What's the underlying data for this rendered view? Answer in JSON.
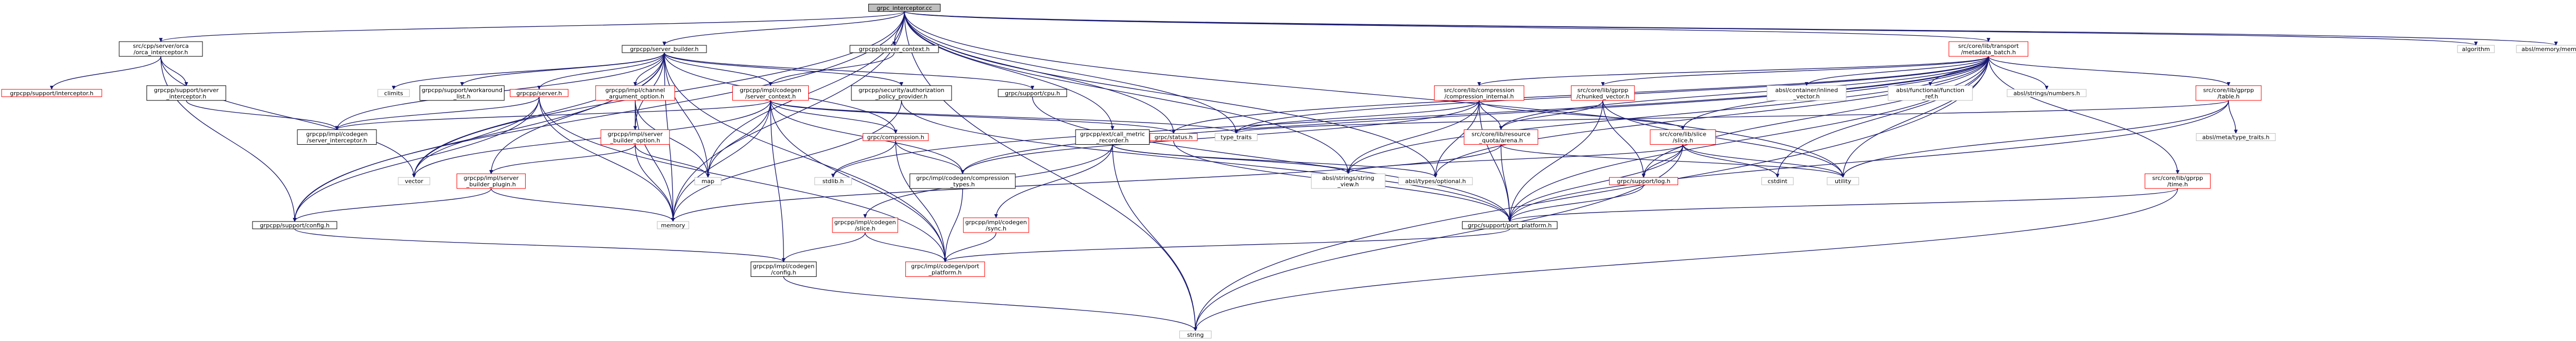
{
  "colors": {
    "edge": "#191970",
    "node_border_local": "#000000",
    "node_border_external": "#bfbfbf",
    "node_border_truncated": "#ff0000",
    "root_fill": "#bfbfbf"
  },
  "nodes": [
    {
      "id": "root",
      "label": [
        "grpc_interceptor.cc"
      ],
      "kind": "root"
    },
    {
      "id": "interceptor_h",
      "label": [
        "src/cpp/server/orca",
        "/orca_interceptor.h"
      ],
      "kind": "local"
    },
    {
      "id": "server_builder_h",
      "label": [
        "grpcpp/server_builder.h"
      ],
      "kind": "local"
    },
    {
      "id": "server_context_h",
      "label": [
        "grpcpp/server_context.h"
      ],
      "kind": "local"
    },
    {
      "id": "transport_metadata_h",
      "label": [
        "src/core/lib/transport",
        "/metadata_batch.h"
      ],
      "kind": "truncated"
    },
    {
      "id": "algorithm",
      "label": [
        "algorithm"
      ],
      "kind": "external"
    },
    {
      "id": "absl_memory",
      "label": [
        "absl/memory/memory.h"
      ],
      "kind": "external"
    },
    {
      "id": "support_interceptor_h",
      "label": [
        "grpcpp/support/interceptor.h"
      ],
      "kind": "truncated"
    },
    {
      "id": "support_server_interceptor_h",
      "label": [
        "grpcpp/support/server",
        "_interceptor.h"
      ],
      "kind": "local"
    },
    {
      "id": "climits",
      "label": [
        "climits"
      ],
      "kind": "external"
    },
    {
      "id": "workaround_list_h",
      "label": [
        "grpcpp/support/workaround",
        "_list.h"
      ],
      "kind": "local"
    },
    {
      "id": "server_h",
      "label": [
        "grpcpp/server.h"
      ],
      "kind": "truncated"
    },
    {
      "id": "channel_argument_option_h",
      "label": [
        "grpcpp/impl/channel",
        "_argument_option.h"
      ],
      "kind": "truncated"
    },
    {
      "id": "codegen_server_context_h",
      "label": [
        "grpcpp/impl/codegen",
        "/server_context.h"
      ],
      "kind": "truncated"
    },
    {
      "id": "authorization_policy_provider_h",
      "label": [
        "grpcpp/security/authorization",
        "_policy_provider.h"
      ],
      "kind": "local"
    },
    {
      "id": "support_cpu_h",
      "label": [
        "grpc/support/cpu.h"
      ],
      "kind": "local"
    },
    {
      "id": "call_metric_recorder_h",
      "label": [
        "grpcpp/ext/call_metric",
        "_recorder.h"
      ],
      "kind": "local"
    },
    {
      "id": "compression_internal_h",
      "label": [
        "src/core/lib/compression",
        "/compression_internal.h"
      ],
      "kind": "truncated"
    },
    {
      "id": "gprpp_chunked_vector_h",
      "label": [
        "src/core/lib/gprpp",
        "/chunked_vector.h"
      ],
      "kind": "truncated"
    },
    {
      "id": "absl_inlined_vector_h",
      "label": [
        "absl/container/inlined",
        "_vector.h"
      ],
      "kind": "external"
    },
    {
      "id": "absl_function_ref_h",
      "label": [
        "absl/functional/function",
        "_ref.h"
      ],
      "kind": "external"
    },
    {
      "id": "absl_numbers_h",
      "label": [
        "absl/strings/numbers.h"
      ],
      "kind": "external"
    },
    {
      "id": "gprpp_table_h",
      "label": [
        "src/core/lib/gprpp",
        "/table.h"
      ],
      "kind": "truncated"
    },
    {
      "id": "codegen_server_interceptor_h",
      "label": [
        "grpcpp/impl/codegen",
        "/server_interceptor.h"
      ],
      "kind": "local"
    },
    {
      "id": "impl_server_builder_option_h",
      "label": [
        "grpcpp/impl/server",
        "_builder_option.h"
      ],
      "kind": "truncated"
    },
    {
      "id": "impl_server_builder_plugin_h",
      "label": [
        "grpcpp/impl/server",
        "_builder_plugin.h"
      ],
      "kind": "truncated"
    },
    {
      "id": "compression_h",
      "label": [
        "grpc/compression.h"
      ],
      "kind": "truncated"
    },
    {
      "id": "status_h",
      "label": [
        "grpc/status.h"
      ],
      "kind": "truncated"
    },
    {
      "id": "type_traits",
      "label": [
        "type_traits"
      ],
      "kind": "external"
    },
    {
      "id": "resource_quota_arena_h",
      "label": [
        "src/core/lib/resource",
        "_quota/arena.h"
      ],
      "kind": "truncated"
    },
    {
      "id": "slice_slice_h",
      "label": [
        "src/core/lib/slice",
        "/slice.h"
      ],
      "kind": "truncated"
    },
    {
      "id": "absl_type_traits_h",
      "label": [
        "absl/meta/type_traits.h"
      ],
      "kind": "external"
    },
    {
      "id": "vector",
      "label": [
        "vector"
      ],
      "kind": "external"
    },
    {
      "id": "map",
      "label": [
        "map"
      ],
      "kind": "external"
    },
    {
      "id": "stdlib_h",
      "label": [
        "stdlib.h"
      ],
      "kind": "external"
    },
    {
      "id": "codegen_compression_types_h",
      "label": [
        "grpc/impl/codegen/compression",
        "_types.h"
      ],
      "kind": "local"
    },
    {
      "id": "absl_string_view_h",
      "label": [
        "absl/strings/string",
        "_view.h"
      ],
      "kind": "external"
    },
    {
      "id": "absl_optional_h",
      "label": [
        "absl/types/optional.h"
      ],
      "kind": "external"
    },
    {
      "id": "support_log_h",
      "label": [
        "grpc/support/log.h"
      ],
      "kind": "truncated"
    },
    {
      "id": "cstdint",
      "label": [
        "cstdint"
      ],
      "kind": "external"
    },
    {
      "id": "utility",
      "label": [
        "utility"
      ],
      "kind": "external"
    },
    {
      "id": "gprpp_time_h",
      "label": [
        "src/core/lib/gprpp",
        "/time.h"
      ],
      "kind": "truncated"
    },
    {
      "id": "support_config_h",
      "label": [
        "grpcpp/support/config.h"
      ],
      "kind": "local"
    },
    {
      "id": "memory",
      "label": [
        "memory"
      ],
      "kind": "external"
    },
    {
      "id": "codegen_slice_h",
      "label": [
        "grpcpp/impl/codegen",
        "/slice.h"
      ],
      "kind": "truncated"
    },
    {
      "id": "codegen_sync_h",
      "label": [
        "grpcpp/impl/codegen",
        "/sync.h"
      ],
      "kind": "truncated"
    },
    {
      "id": "support_port_platform_h",
      "label": [
        "grpc/support/port_platform.h"
      ],
      "kind": "local"
    },
    {
      "id": "codegen_config_h",
      "label": [
        "grpcpp/impl/codegen",
        "/config.h"
      ],
      "kind": "local"
    },
    {
      "id": "codegen_port_platform_h",
      "label": [
        "grpc/impl/codegen/port",
        "_platform.h"
      ],
      "kind": "truncated"
    },
    {
      "id": "string",
      "label": [
        "string"
      ],
      "kind": "external"
    }
  ],
  "edges": [
    [
      "root",
      "interceptor_h"
    ],
    [
      "root",
      "server_builder_h"
    ],
    [
      "root",
      "server_context_h"
    ],
    [
      "root",
      "transport_metadata_h"
    ],
    [
      "root",
      "algorithm"
    ],
    [
      "root",
      "absl_memory"
    ],
    [
      "root",
      "call_metric_recorder_h"
    ],
    [
      "root",
      "map"
    ],
    [
      "root",
      "memory"
    ],
    [
      "root",
      "string"
    ],
    [
      "root",
      "type_traits"
    ],
    [
      "root",
      "vector"
    ],
    [
      "root",
      "utility"
    ],
    [
      "root",
      "support_config_h"
    ],
    [
      "root",
      "absl_optional_h"
    ],
    [
      "root",
      "absl_string_view_h"
    ],
    [
      "root",
      "status_h"
    ],
    [
      "interceptor_h",
      "support_interceptor_h"
    ],
    [
      "interceptor_h",
      "support_server_interceptor_h"
    ],
    [
      "interceptor_h",
      "vector"
    ],
    [
      "interceptor_h",
      "support_config_h"
    ],
    [
      "support_server_interceptor_h",
      "codegen_server_interceptor_h"
    ],
    [
      "server_builder_h",
      "climits"
    ],
    [
      "server_builder_h",
      "workaround_list_h"
    ],
    [
      "server_builder_h",
      "server_h"
    ],
    [
      "server_builder_h",
      "channel_argument_option_h"
    ],
    [
      "server_builder_h",
      "codegen_server_context_h"
    ],
    [
      "server_builder_h",
      "authorization_policy_provider_h"
    ],
    [
      "server_builder_h",
      "support_cpu_h"
    ],
    [
      "server_builder_h",
      "codegen_server_interceptor_h"
    ],
    [
      "server_builder_h",
      "impl_server_builder_option_h"
    ],
    [
      "server_builder_h",
      "impl_server_builder_plugin_h"
    ],
    [
      "server_builder_h",
      "vector"
    ],
    [
      "server_builder_h",
      "map"
    ],
    [
      "server_builder_h",
      "memory"
    ],
    [
      "server_builder_h",
      "support_config_h"
    ],
    [
      "server_builder_h",
      "compression_h"
    ],
    [
      "server_builder_h",
      "codegen_port_platform_h"
    ],
    [
      "server_h",
      "codegen_server_interceptor_h"
    ],
    [
      "server_h",
      "vector"
    ],
    [
      "server_h",
      "memory"
    ],
    [
      "server_h",
      "support_config_h"
    ],
    [
      "server_h",
      "codegen_port_platform_h"
    ],
    [
      "channel_argument_option_h",
      "impl_server_builder_option_h"
    ],
    [
      "channel_argument_option_h",
      "map"
    ],
    [
      "channel_argument_option_h",
      "memory"
    ],
    [
      "server_context_h",
      "codegen_server_context_h"
    ],
    [
      "codegen_server_context_h",
      "codegen_server_interceptor_h"
    ],
    [
      "codegen_server_context_h",
      "vector"
    ],
    [
      "codegen_server_context_h",
      "map"
    ],
    [
      "codegen_server_context_h",
      "memory"
    ],
    [
      "codegen_server_context_h",
      "compression_h"
    ],
    [
      "codegen_server_context_h",
      "codegen_compression_types_h"
    ],
    [
      "codegen_server_context_h",
      "codegen_config_h"
    ],
    [
      "codegen_server_context_h",
      "codegen_port_platform_h"
    ],
    [
      "codegen_server_context_h",
      "type_traits"
    ],
    [
      "codegen_server_context_h",
      "status_h"
    ],
    [
      "authorization_policy_provider_h",
      "memory"
    ],
    [
      "authorization_policy_provider_h",
      "support_port_platform_h"
    ],
    [
      "support_cpu_h",
      "support_port_platform_h"
    ],
    [
      "impl_server_builder_option_h",
      "impl_server_builder_plugin_h"
    ],
    [
      "impl_server_builder_option_h",
      "map"
    ],
    [
      "impl_server_builder_option_h",
      "memory"
    ],
    [
      "impl_server_builder_plugin_h",
      "memory"
    ],
    [
      "impl_server_builder_plugin_h",
      "support_config_h"
    ],
    [
      "compression_h",
      "stdlib_h"
    ],
    [
      "compression_h",
      "codegen_compression_types_h"
    ],
    [
      "compression_h",
      "codegen_port_platform_h"
    ],
    [
      "call_metric_recorder_h",
      "string"
    ],
    [
      "call_metric_recorder_h",
      "codegen_slice_h"
    ],
    [
      "call_metric_recorder_h",
      "codegen_sync_h"
    ],
    [
      "call_metric_recorder_h",
      "absl_string_view_h"
    ],
    [
      "call_metric_recorder_h",
      "absl_optional_h"
    ],
    [
      "codegen_compression_types_h",
      "codegen_port_platform_h"
    ],
    [
      "codegen_slice_h",
      "codegen_config_h"
    ],
    [
      "codegen_slice_h",
      "codegen_port_platform_h"
    ],
    [
      "codegen_sync_h",
      "codegen_port_platform_h"
    ],
    [
      "support_config_h",
      "codegen_config_h"
    ],
    [
      "codegen_config_h",
      "string"
    ],
    [
      "transport_metadata_h",
      "compression_internal_h"
    ],
    [
      "transport_metadata_h",
      "gprpp_chunked_vector_h"
    ],
    [
      "transport_metadata_h",
      "absl_inlined_vector_h"
    ],
    [
      "transport_metadata_h",
      "absl_function_ref_h"
    ],
    [
      "transport_metadata_h",
      "absl_numbers_h"
    ],
    [
      "transport_metadata_h",
      "gprpp_table_h"
    ],
    [
      "transport_metadata_h",
      "resource_quota_arena_h"
    ],
    [
      "transport_metadata_h",
      "slice_slice_h"
    ],
    [
      "transport_metadata_h",
      "gprpp_time_h"
    ],
    [
      "transport_metadata_h",
      "support_log_h"
    ],
    [
      "transport_metadata_h",
      "status_h"
    ],
    [
      "transport_metadata_h",
      "stdlib_h"
    ],
    [
      "transport_metadata_h",
      "cstdint"
    ],
    [
      "transport_metadata_h",
      "string"
    ],
    [
      "transport_metadata_h",
      "type_traits"
    ],
    [
      "transport_metadata_h",
      "utility"
    ],
    [
      "transport_metadata_h",
      "absl_string_view_h"
    ],
    [
      "transport_metadata_h",
      "absl_optional_h"
    ],
    [
      "transport_metadata_h",
      "support_port_platform_h"
    ],
    [
      "transport_metadata_h",
      "codegen_compression_types_h"
    ],
    [
      "compression_internal_h",
      "codegen_compression_types_h"
    ],
    [
      "compression_internal_h",
      "absl_string_view_h"
    ],
    [
      "compression_internal_h",
      "absl_optional_h"
    ],
    [
      "compression_internal_h",
      "resource_quota_arena_h"
    ],
    [
      "compression_internal_h",
      "slice_slice_h"
    ],
    [
      "compression_internal_h",
      "support_port_platform_h"
    ],
    [
      "compression_internal_h",
      "type_traits"
    ],
    [
      "gprpp_chunked_vector_h",
      "resource_quota_arena_h"
    ],
    [
      "gprpp_chunked_vector_h",
      "support_log_h"
    ],
    [
      "gprpp_chunked_vector_h",
      "support_port_platform_h"
    ],
    [
      "gprpp_chunked_vector_h",
      "utility"
    ],
    [
      "gprpp_table_h",
      "absl_type_traits_h"
    ],
    [
      "gprpp_table_h",
      "utility"
    ],
    [
      "gprpp_table_h",
      "support_port_platform_h"
    ],
    [
      "gprpp_table_h",
      "type_traits"
    ],
    [
      "resource_quota_arena_h",
      "memory"
    ],
    [
      "resource_quota_arena_h",
      "utility"
    ],
    [
      "resource_quota_arena_h",
      "support_port_platform_h"
    ],
    [
      "slice_slice_h",
      "support_log_h"
    ],
    [
      "slice_slice_h",
      "cstdint"
    ],
    [
      "slice_slice_h",
      "string"
    ],
    [
      "slice_slice_h",
      "utility"
    ],
    [
      "slice_slice_h",
      "absl_string_view_h"
    ],
    [
      "slice_slice_h",
      "support_port_platform_h"
    ],
    [
      "support_log_h",
      "support_port_platform_h"
    ],
    [
      "gprpp_time_h",
      "string"
    ],
    [
      "gprpp_time_h",
      "support_port_platform_h"
    ],
    [
      "status_h",
      "support_port_platform_h"
    ],
    [
      "support_port_platform_h",
      "codegen_port_platform_h"
    ]
  ]
}
